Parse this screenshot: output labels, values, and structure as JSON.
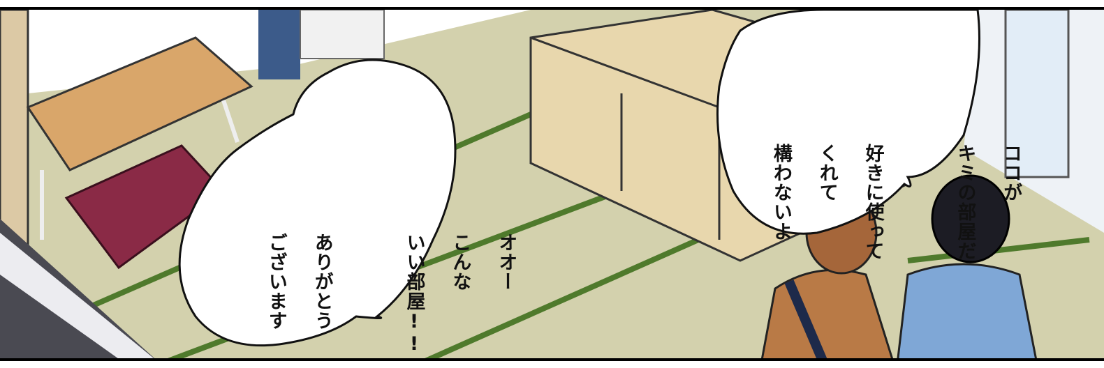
{
  "colors": {
    "tatami": "#c9c6a0",
    "tatami_border": "#4f7a2c",
    "wall": "#ffffff",
    "cardboard": "#e8d7ad",
    "cushion": "#8a2a46",
    "table": "#d9a66a",
    "curtain": "#3c5b8a",
    "jacket_brown": "#b97a46",
    "shirt_blue": "#7fa7d6",
    "hair_dark": "#1c1c24",
    "hair_brown": "#a5663a"
  },
  "bubbles": {
    "left": {
      "lines": [
        "オオー",
        "こんな",
        "いい部屋!!",
        "",
        "ありがとう",
        "ございます"
      ]
    },
    "right": {
      "lines": [
        "ココが",
        "キミの部屋だ",
        "",
        "好きに使って",
        "くれて",
        "構わないよ"
      ]
    }
  }
}
